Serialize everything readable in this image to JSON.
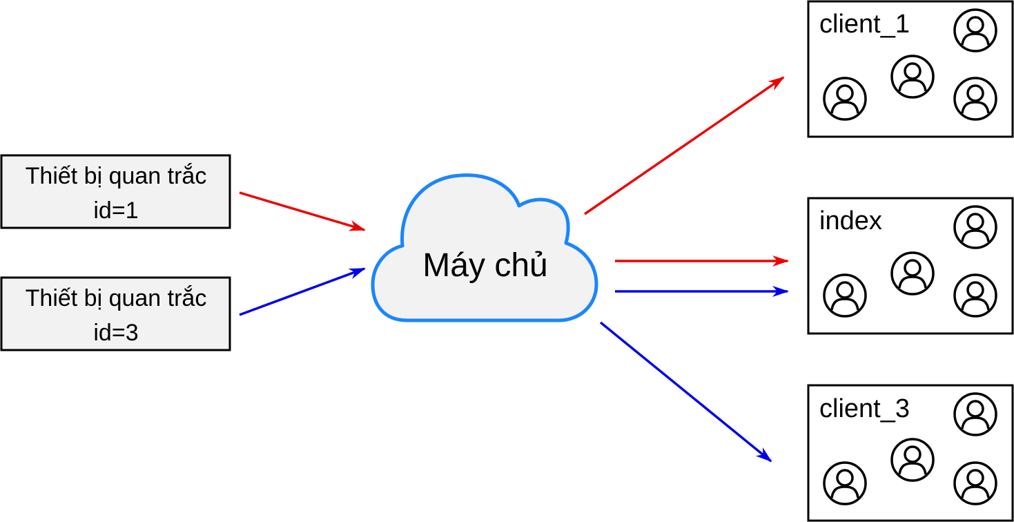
{
  "devices": [
    {
      "line1": "Thiết bị quan trắc",
      "line2": "id=1"
    },
    {
      "line1": "Thiết bị quan trắc",
      "line2": "id=3"
    }
  ],
  "server": {
    "label": "Máy chủ"
  },
  "groups": [
    {
      "label": "client_1",
      "users": 4
    },
    {
      "label": "index",
      "users": 4
    },
    {
      "label": "client_3",
      "users": 4
    }
  ],
  "colors": {
    "device_1": "#ee0000",
    "device_3": "#0000ee",
    "cloud_stroke": "#1a85ff",
    "cloud_fill": "#f2f2f2",
    "box_fill": "#f2f2f2",
    "outline": "#000000"
  },
  "icons": {
    "user": "user-circle-icon"
  }
}
